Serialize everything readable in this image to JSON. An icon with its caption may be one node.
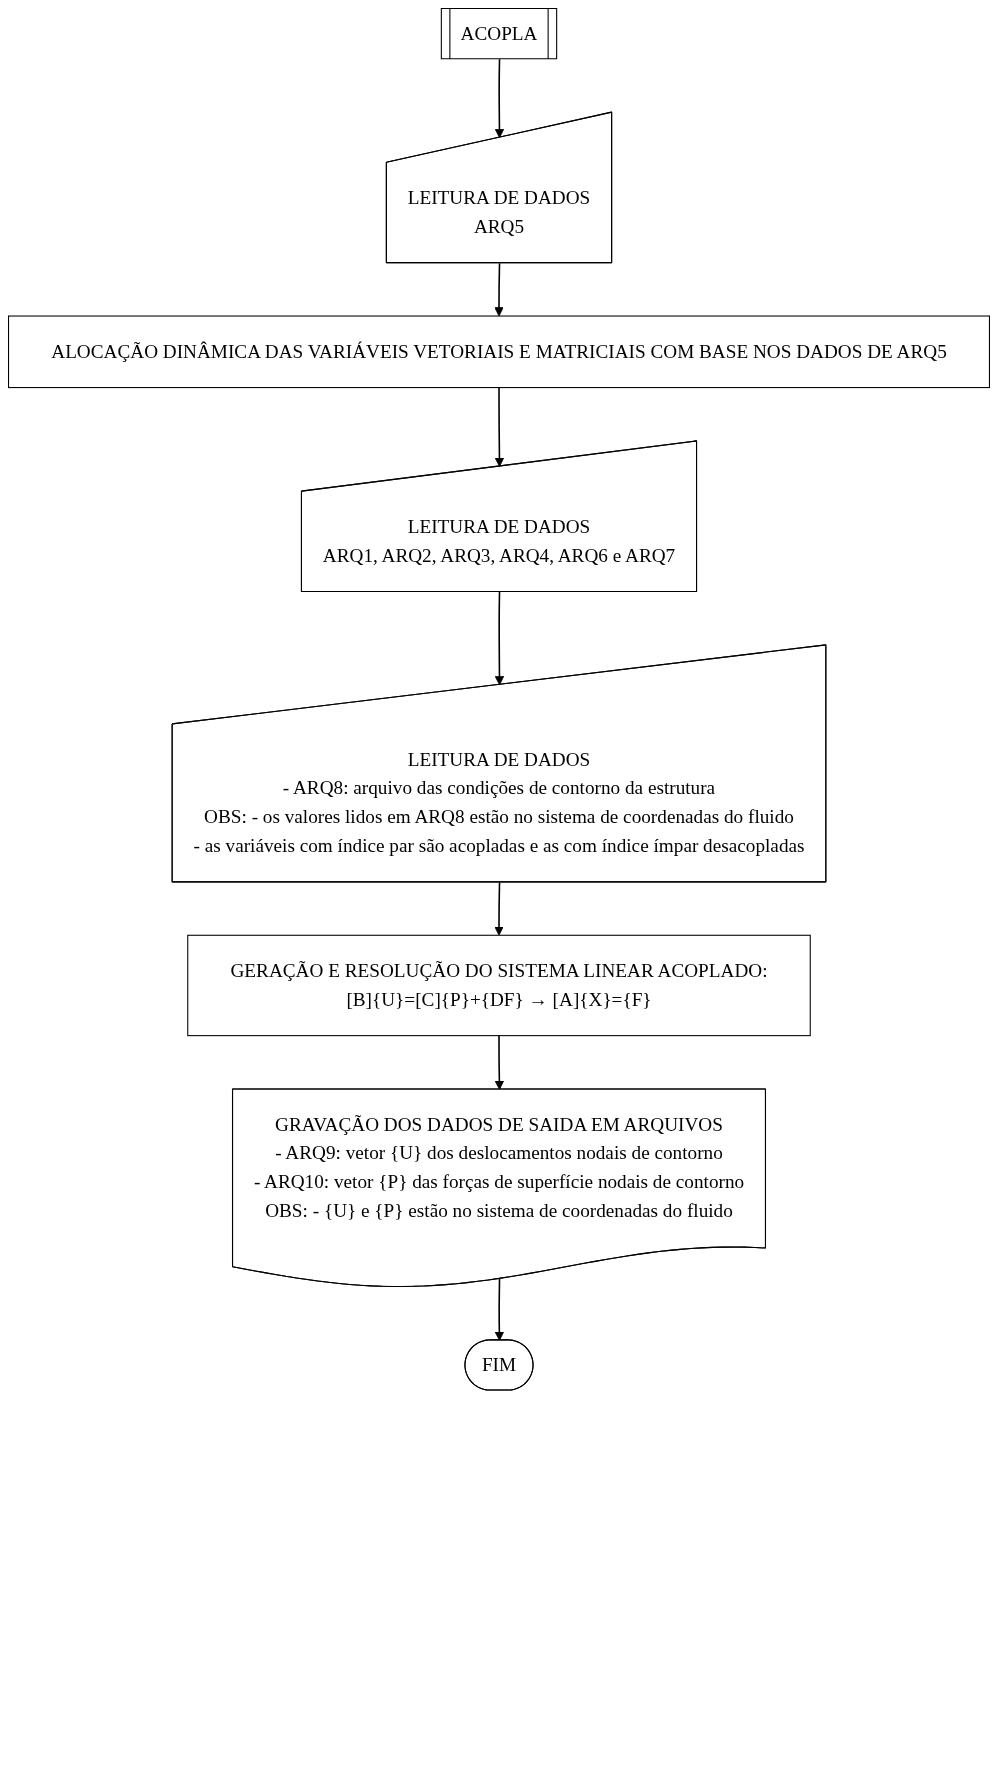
{
  "diagram": {
    "nodes": [
      {
        "text": [
          "ACOPLA"
        ]
      },
      {
        "text": [
          "LEITURA DE DADOS",
          "ARQ5"
        ]
      },
      {
        "text": [
          "ALOCAÇÃO DINÂMICA DAS VARIÁVEIS VETORIAIS E MATRICIAIS COM BASE NOS DADOS DE ARQ5"
        ]
      },
      {
        "text": [
          "LEITURA DE DADOS",
          "ARQ1, ARQ2, ARQ3, ARQ4, ARQ6 e ARQ7"
        ]
      },
      {
        "text": [
          "LEITURA DE DADOS",
          "- ARQ8: arquivo das condições de contorno da estrutura",
          "OBS: - os valores lidos em ARQ8 estão no sistema de coordenadas do fluido",
          "- as variáveis com índice par são acopladas e as com índice ímpar desacopladas"
        ]
      },
      {
        "text": [
          "GERAÇÃO E RESOLUÇÃO DO SISTEMA LINEAR ACOPLADO:",
          "[B]{U}=[C]{P}+{DF} → [A]{X}={F}"
        ]
      },
      {
        "text": [
          "GRAVAÇÃO DOS DADOS DE SAIDA EM ARQUIVOS",
          "- ARQ9: vetor {U} dos deslocamentos nodais de contorno",
          "- ARQ10: vetor {P} das forças de superfície nodais de contorno",
          "OBS: - {U} e {P} estão no sistema de coordenadas do fluido"
        ]
      },
      {
        "text": [
          "FIM"
        ]
      }
    ],
    "edges": [
      {
        "from": 0,
        "to": 1,
        "arrow": "to"
      },
      {
        "from": 1,
        "to": 2,
        "arrow": "to"
      },
      {
        "from": 2,
        "to": 3,
        "arrow": "to"
      },
      {
        "from": 3,
        "to": 4,
        "arrow": "to"
      },
      {
        "from": 4,
        "to": 5,
        "arrow": "to"
      },
      {
        "from": 5,
        "to": 6,
        "arrow": "to"
      },
      {
        "from": 6,
        "to": 7,
        "arrow": "to"
      }
    ]
  }
}
